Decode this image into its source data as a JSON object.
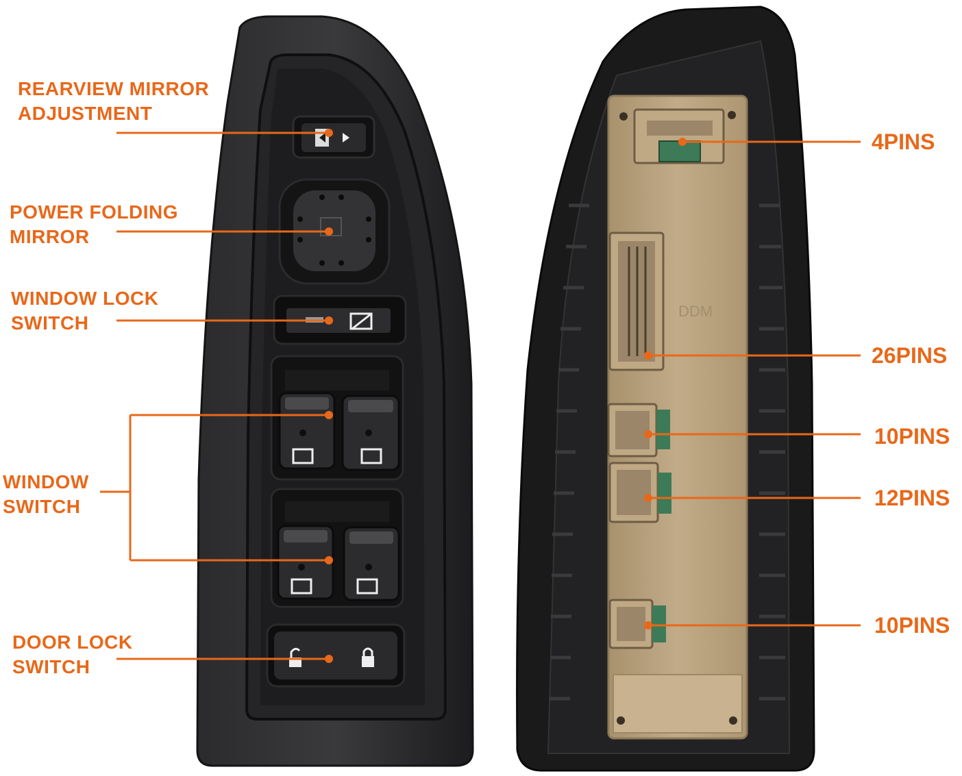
{
  "colors": {
    "accent": "#e8681a",
    "panel": "#1f1f21",
    "connector_housing": "#b9a27f"
  },
  "callouts": {
    "rearview_mirror": {
      "line1": "REARVIEW MIRROR",
      "line2": "ADJUSTMENT"
    },
    "power_folding": {
      "line1": "POWER FOLDING",
      "line2": "MIRROR"
    },
    "window_lock": {
      "line1": "WINDOW LOCK",
      "line2": "SWITCH"
    },
    "window_switch": {
      "line1": "WINDOW",
      "line2": "SWITCH"
    },
    "door_lock": {
      "line1": "DOOR LOCK",
      "line2": "SWITCH"
    }
  },
  "pins": [
    {
      "label": "4PINS"
    },
    {
      "label": "26PINS"
    },
    {
      "label": "10PINS"
    },
    {
      "label": "12PINS"
    },
    {
      "label": "10PINS"
    }
  ],
  "molded_text": {
    "ddm": "DDM"
  }
}
